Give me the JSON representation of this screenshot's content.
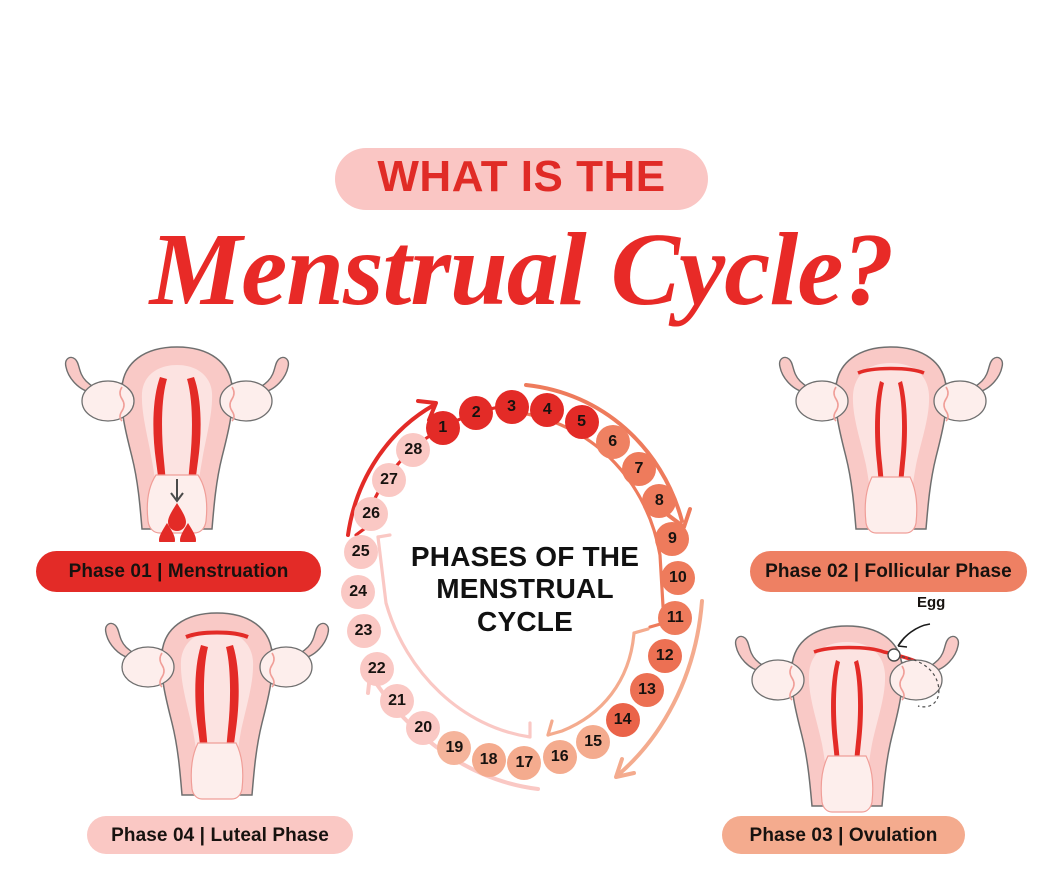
{
  "header": {
    "kicker": "WHAT IS THE",
    "title": "Menstrual Cycle?"
  },
  "wheel": {
    "center_line1": "PHASES OF THE",
    "center_line2": "MENSTRUAL",
    "center_line3": "CYCLE",
    "days": [
      {
        "day": "1",
        "color": "#e32b27"
      },
      {
        "day": "2",
        "color": "#e32b27"
      },
      {
        "day": "3",
        "color": "#e32b27"
      },
      {
        "day": "4",
        "color": "#e32b27"
      },
      {
        "day": "5",
        "color": "#e32b27"
      },
      {
        "day": "6",
        "color": "#ef8162"
      },
      {
        "day": "7",
        "color": "#ee7b5c"
      },
      {
        "day": "8",
        "color": "#ee7b5c"
      },
      {
        "day": "9",
        "color": "#ee7b5c"
      },
      {
        "day": "10",
        "color": "#ee7b5c"
      },
      {
        "day": "11",
        "color": "#ee7b5c"
      },
      {
        "day": "12",
        "color": "#ec7053"
      },
      {
        "day": "13",
        "color": "#ec7053"
      },
      {
        "day": "14",
        "color": "#ea6349"
      },
      {
        "day": "15",
        "color": "#f4ab8e"
      },
      {
        "day": "16",
        "color": "#f4ab8e"
      },
      {
        "day": "17",
        "color": "#f4ab8e"
      },
      {
        "day": "18",
        "color": "#f4ab8e"
      },
      {
        "day": "19",
        "color": "#f5b49b"
      },
      {
        "day": "20",
        "color": "#fac8c4"
      },
      {
        "day": "21",
        "color": "#fac8c4"
      },
      {
        "day": "22",
        "color": "#fac8c4"
      },
      {
        "day": "23",
        "color": "#fac8c4"
      },
      {
        "day": "24",
        "color": "#fac8c4"
      },
      {
        "day": "25",
        "color": "#fac8c4"
      },
      {
        "day": "26",
        "color": "#fac8c4"
      },
      {
        "day": "27",
        "color": "#fac8c4"
      },
      {
        "day": "28",
        "color": "#fac8c4"
      }
    ]
  },
  "phases": [
    {
      "id": "phase-01",
      "label": "Phase 01 | Menstruation",
      "color": "#e32b27"
    },
    {
      "id": "phase-02",
      "label": "Phase 02 | Follicular Phase",
      "color": "#ee8063"
    },
    {
      "id": "phase-03",
      "label": "Phase 03 | Ovulation",
      "color": "#f4ab8e"
    },
    {
      "id": "phase-04",
      "label": "Phase 04 | Luteal Phase",
      "color": "#fac8c4"
    }
  ],
  "annotations": {
    "egg": "Egg"
  },
  "palette": {
    "red": "#e32b27",
    "coral": "#ee7b5c",
    "salmon": "#f4ab8e",
    "pink": "#fac8c4",
    "text": "#17120f",
    "background": "#ffffff"
  }
}
